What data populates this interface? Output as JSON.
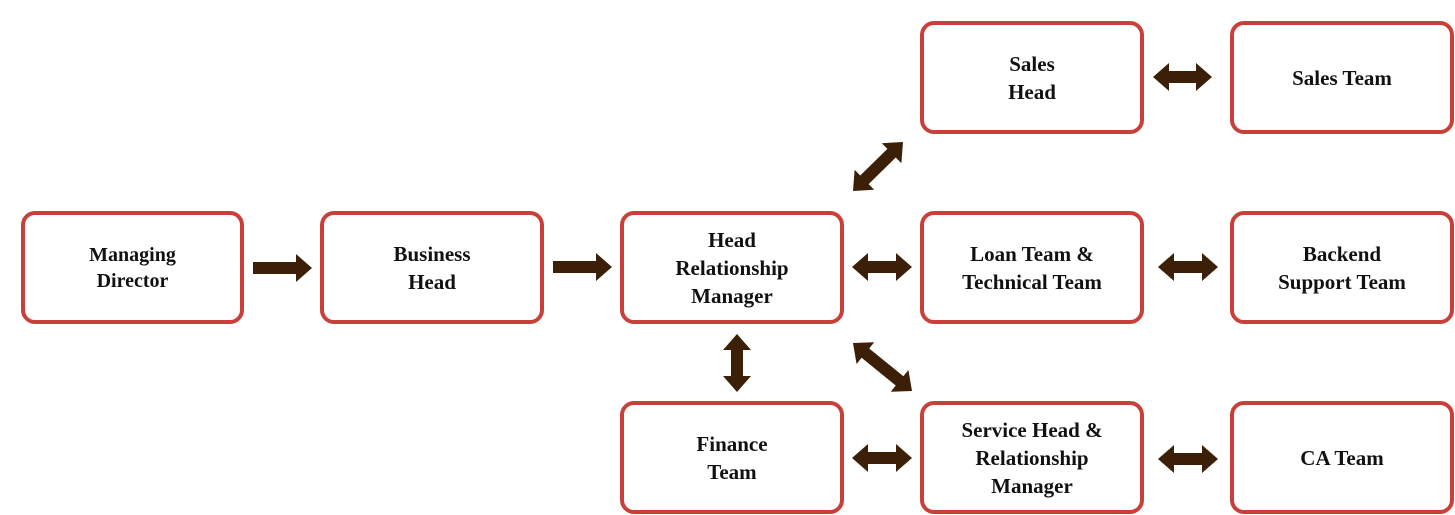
{
  "diagram": {
    "title": "",
    "colors": {
      "box_border": "#c9403a",
      "arrow": "#3b2007",
      "text": "#111111"
    },
    "nodes": {
      "managing_director": "Managing\nDirector",
      "business_head": "Business\nHead",
      "head_relationship_manager": "Head\nRelationship\nManager",
      "sales_head": "Sales\nHead",
      "sales_team": "Sales Team",
      "loan_technical_team": "Loan Team &\nTechnical Team",
      "backend_support_team": "Backend\nSupport Team",
      "finance_team": "Finance\nTeam",
      "service_head_rm": "Service Head &\nRelationship\nManager",
      "ca_team": "CA Team"
    },
    "edges": [
      {
        "from": "managing_director",
        "to": "business_head",
        "direction": "forward"
      },
      {
        "from": "business_head",
        "to": "head_relationship_manager",
        "direction": "forward"
      },
      {
        "from": "head_relationship_manager",
        "to": "loan_technical_team",
        "direction": "both"
      },
      {
        "from": "head_relationship_manager",
        "to": "sales_head",
        "direction": "both"
      },
      {
        "from": "head_relationship_manager",
        "to": "service_head_rm",
        "direction": "both"
      },
      {
        "from": "head_relationship_manager",
        "to": "finance_team",
        "direction": "both"
      },
      {
        "from": "sales_head",
        "to": "sales_team",
        "direction": "both"
      },
      {
        "from": "loan_technical_team",
        "to": "backend_support_team",
        "direction": "both"
      },
      {
        "from": "finance_team",
        "to": "service_head_rm",
        "direction": "both"
      },
      {
        "from": "service_head_rm",
        "to": "ca_team",
        "direction": "both"
      }
    ]
  }
}
